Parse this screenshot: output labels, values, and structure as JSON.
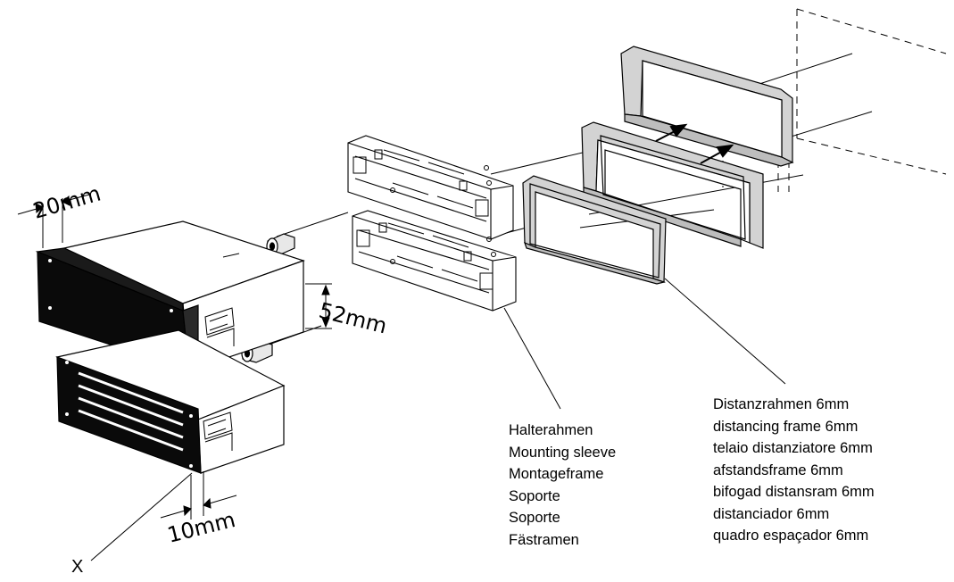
{
  "dimensions": {
    "width_depth": "20mm",
    "height": "52mm",
    "offset": "10mm"
  },
  "callout_x": "X",
  "mounting_sleeve_labels": [
    "Halterahmen",
    "Mounting sleeve",
    "Montageframe",
    "Soporte",
    "Soporte",
    "Fästramen"
  ],
  "distancing_frame_labels": [
    "Distanzrahmen 6mm",
    "distancing frame 6mm",
    "telaio distanziatore 6mm",
    "afstandsframe 6mm",
    "bifogad distansram 6mm",
    "distanciador 6mm",
    "quadro espaçador 6mm"
  ],
  "colors": {
    "frame_fill": "#d3d3d3",
    "face_fill": "#0a0a0a",
    "line": "#000000"
  }
}
